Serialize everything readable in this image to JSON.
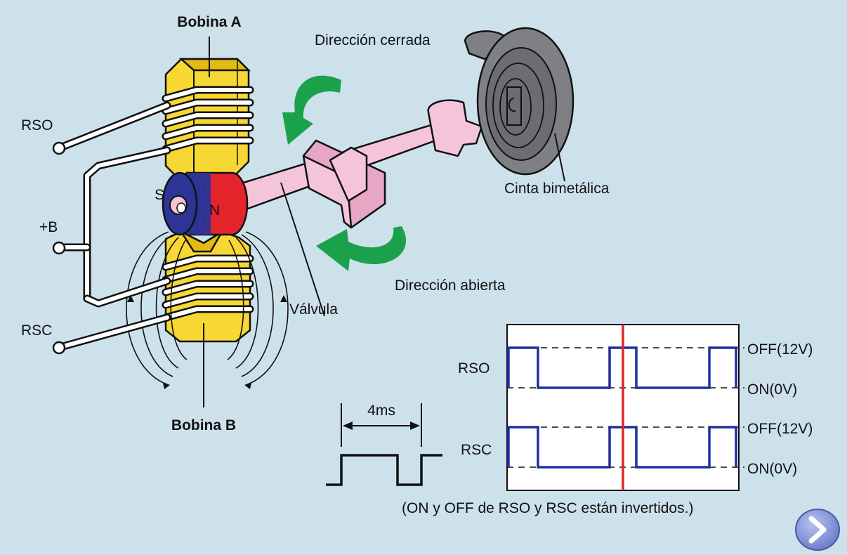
{
  "diagram": {
    "coil_a_label": "Bobina A",
    "coil_b_label": "Bobina B",
    "terminal_rso": "RSO",
    "terminal_b": "+B",
    "terminal_rsc": "RSC",
    "magnet_s": "S",
    "magnet_n": "N",
    "valve_label": "Válvula",
    "closed_direction": "Dirección cerrada",
    "open_direction": "Dirección abierta",
    "bimetal_label": "Cinta bimetálica"
  },
  "timing": {
    "period_label": "4ms",
    "rso_label": "RSO",
    "rsc_label": "RSC",
    "off_label_top": "OFF(12V)",
    "on_label_top": "ON(0V)",
    "off_label_bottom": "OFF(12V)",
    "on_label_bottom": "ON(0V)",
    "note": "(ON y OFF de RSO y RSC están invertidos.)"
  },
  "colors": {
    "background": "#cde1ea",
    "coil": "#f7d733",
    "valve": "#f4c4da",
    "arrow": "#1ba14a",
    "signal": "#1f2f9c",
    "cursor_line": "#e4242b",
    "magnet_n": "#e4242b",
    "magnet_s": "#2c3596"
  },
  "icons": {
    "next": "chevron-right-icon"
  }
}
